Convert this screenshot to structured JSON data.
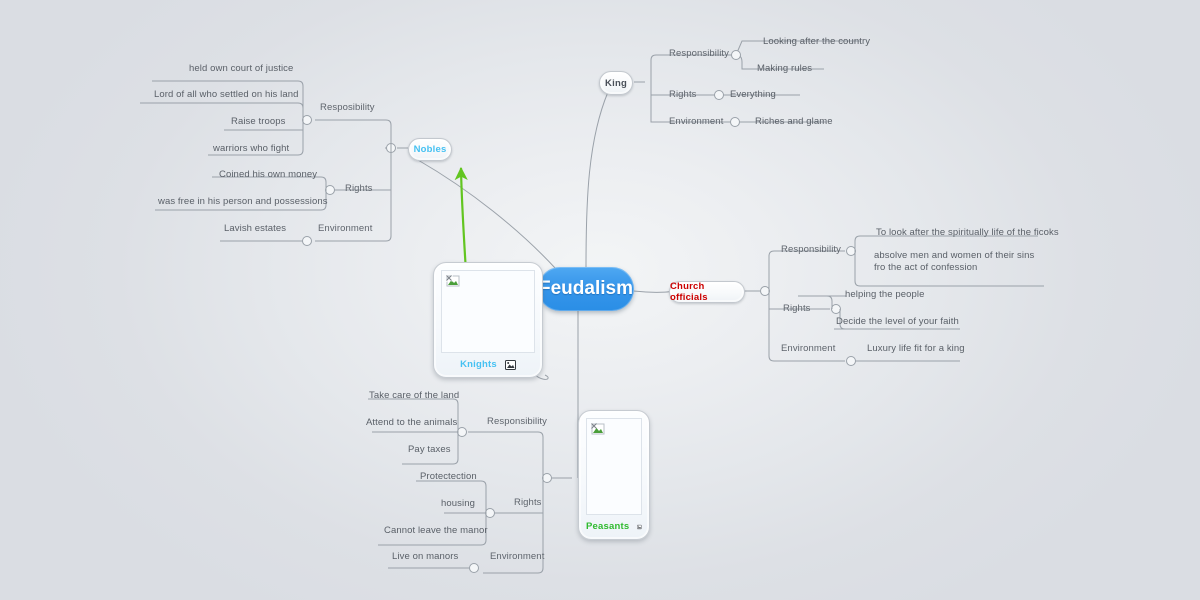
{
  "map": {
    "center": {
      "label": "Feudalism",
      "color": "#3796ea"
    },
    "branches": [
      {
        "id": "king",
        "label": "King",
        "type": "pill",
        "label_color": "#4a5059",
        "categories": [
          {
            "name": "Responsibility",
            "leaves": [
              "Looking after the country",
              "Making rules"
            ]
          },
          {
            "name": "Rights",
            "leaves": [
              "Everything"
            ]
          },
          {
            "name": "Environment",
            "leaves": [
              "Riches and glame"
            ]
          }
        ]
      },
      {
        "id": "nobles",
        "label": "Nobles",
        "type": "pill",
        "label_color": "#45c1f2",
        "categories": [
          {
            "name": "Resposibility",
            "leaves": [
              "held own court of justice",
              "Lord of all who settled on his land",
              "Raise troops",
              "warriors who fight"
            ]
          },
          {
            "name": "Rights",
            "leaves": [
              "Coined his own money",
              "was free in his person and possessions"
            ]
          },
          {
            "name": "Environment",
            "leaves": [
              "Lavish estates"
            ]
          }
        ]
      },
      {
        "id": "church",
        "label": "Church officials",
        "type": "pill",
        "label_color": "#cc0000",
        "categories": [
          {
            "name": "Responsibility",
            "leaves": [
              "To look after the spiritually life of the ficoks",
              "absolve men and women of their sins fro the act of confession"
            ]
          },
          {
            "name": "Rights",
            "leaves": [
              "helping the people",
              "Decide the level of your faith"
            ]
          },
          {
            "name": "Environment",
            "leaves": [
              "Luxury life fit for a king"
            ]
          }
        ]
      },
      {
        "id": "knights",
        "label": "Knights",
        "type": "image-card",
        "label_color": "#45c1f2",
        "icon": "picture-icon",
        "image_placeholder": "broken-image-icon",
        "categories": []
      },
      {
        "id": "peasants",
        "label": "Peasants",
        "type": "image-card",
        "label_color": "#2fbb2f",
        "icon": "picture-icon",
        "image_placeholder": "broken-image-icon",
        "categories": [
          {
            "name": "Responsibility",
            "leaves": [
              "Take care of the land",
              "Attend to the animals",
              "Pay taxes"
            ]
          },
          {
            "name": "Rights",
            "leaves": [
              "Protectection",
              "housing",
              "Cannot leave the manor"
            ]
          },
          {
            "name": "Environment",
            "leaves": [
              "Live on manors"
            ]
          }
        ]
      }
    ],
    "relationship_arrow": {
      "from": "knights",
      "to": "nobles",
      "color": "#62c520"
    },
    "colors": {
      "background_outer": "#dadde3",
      "background_inner": "#f3f5f6",
      "connector": "#9aa1a9",
      "text": "#5a6068"
    }
  }
}
